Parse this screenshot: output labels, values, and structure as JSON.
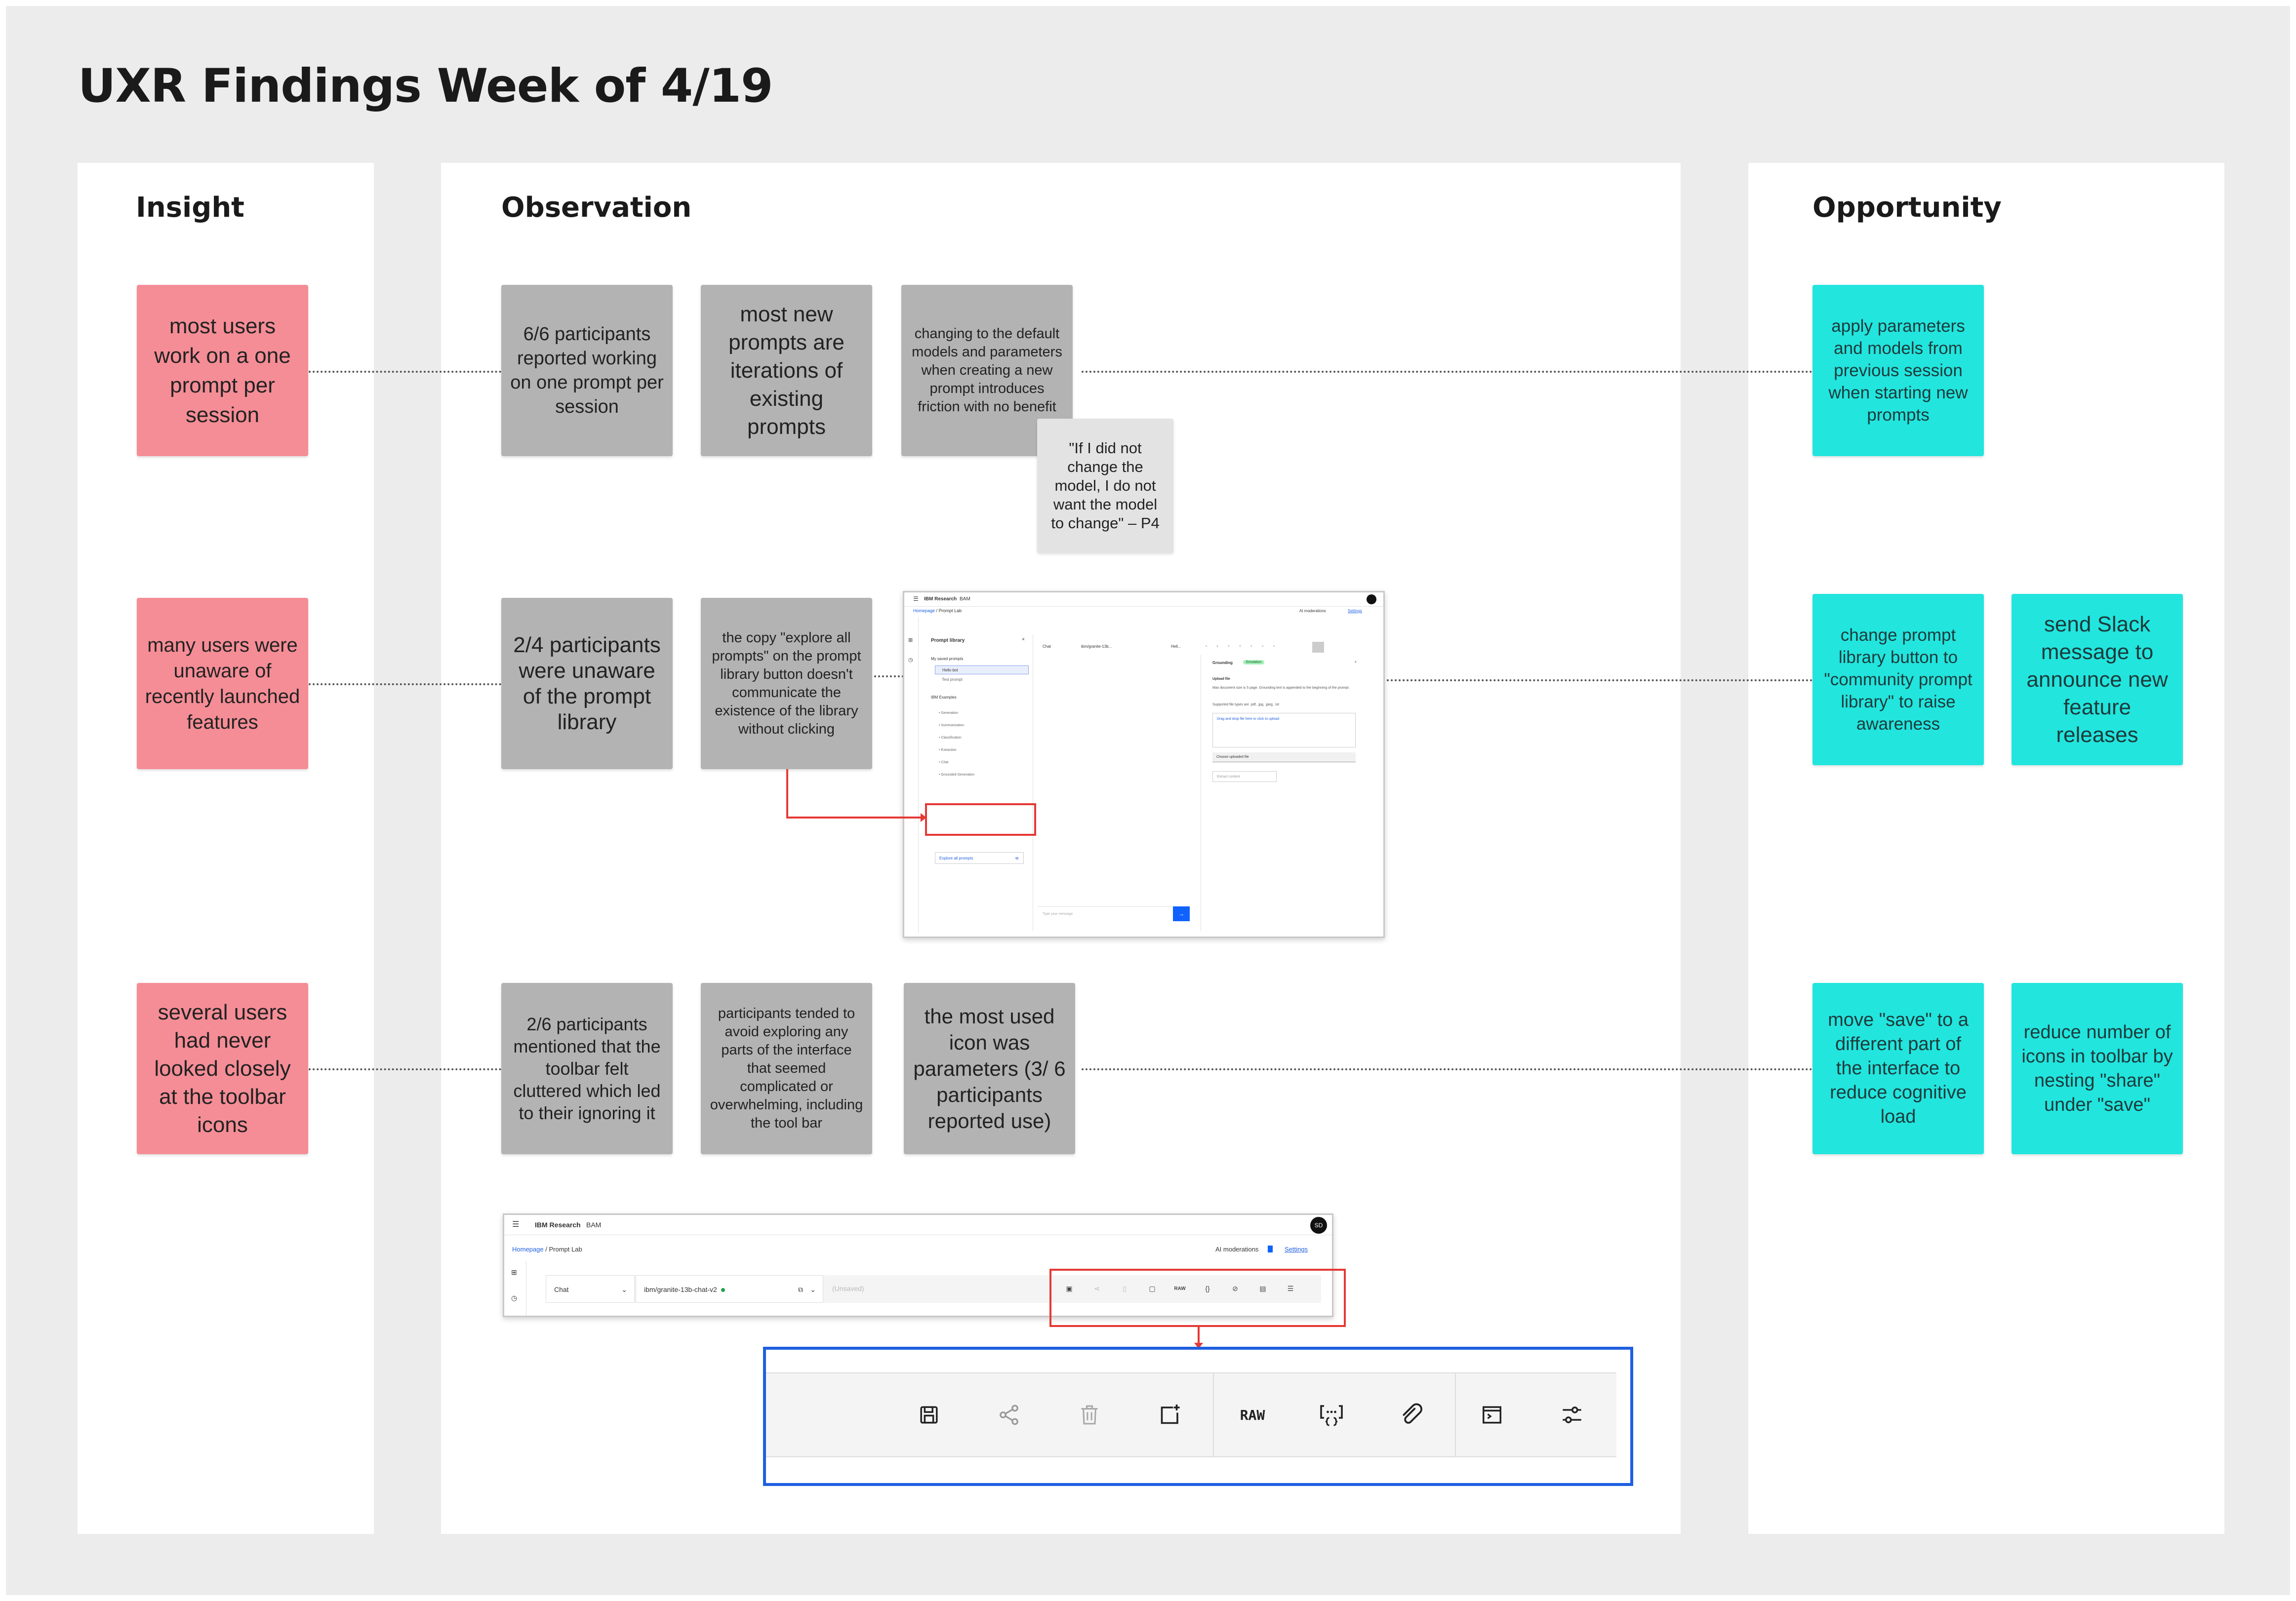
{
  "title": "UXR Findings Week of 4/19",
  "columns": {
    "insight": "Insight",
    "observation": "Observation",
    "opportunity": "Opportunity"
  },
  "rows": [
    {
      "insight": "most users work on a one prompt per session",
      "observations": [
        "6/6 participants reported working on one prompt per session",
        "most new prompts are iterations of existing prompts",
        "changing to the default models and parameters when creating a new prompt introduces friction with no benefit"
      ],
      "quote": "\"If I did not change the model, I do not want the model to change\" – P4",
      "opportunities": [
        "apply parameters and models from previous session when starting new prompts"
      ]
    },
    {
      "insight": "many users were unaware of recently launched features",
      "observations": [
        "2/4 participants were unaware of the prompt library",
        "the copy \"explore all prompts\" on the prompt library button doesn't communicate the existence of the library without clicking"
      ],
      "opportunities": [
        "change prompt library button to \"community prompt library\" to raise awareness",
        "send Slack message to announce new feature releases"
      ]
    },
    {
      "insight": "several users had never looked closely at the toolbar icons",
      "observations": [
        "2/6 participants mentioned that the toolbar felt cluttered which led to their ignoring it",
        "participants tended to avoid exploring any parts of the interface that seemed complicated or overwhelming, including the tool bar",
        "the most used icon was parameters (3/ 6 participants reported use)"
      ],
      "opportunities": [
        "move \"save\" to a different part of the interface to reduce cognitive load",
        "reduce number of icons in toolbar by nesting \"share\" under \"save\""
      ]
    }
  ],
  "screenshot_library": {
    "brand": "IBM Research",
    "brand_suffix": "BAM",
    "breadcrumb_home": "Homepage",
    "breadcrumb_sep": "/",
    "breadcrumb_page": "Prompt Lab",
    "ai_moderations": "AI moderations",
    "settings": "Settings",
    "panel_title": "Prompt library",
    "my_saved": "My saved prompts",
    "saved_items": [
      "Hello bot",
      "Test prompt"
    ],
    "ibm_examples": "IBM Examples",
    "examples": [
      "Generation",
      "Summarization",
      "Classification",
      "Extraction",
      "Chat",
      "Grounded Generation"
    ],
    "explore_button": "Explore all prompts",
    "mode": "Chat",
    "model": "ibm/granite-13b...",
    "tab": "Hell...",
    "grounding": "Grounding",
    "grounding_badge": "Emulation",
    "upload_title": "Upload file",
    "upload_desc": "Max document size is 5 page. Grounding text is appended to the beginning of the prompt.",
    "supported": "Supported file types are .pdf, .jpg, .jpeg, .txt",
    "drop_text": "Drag and drop file here or click to upload",
    "choose_uploaded": "Choose uploaded file",
    "extract": "Extract content",
    "message_placeholder": "Type your message"
  },
  "screenshot_toolbar": {
    "brand": "IBM Research",
    "brand_suffix": "BAM",
    "avatar": "SD",
    "breadcrumb_home": "Homepage",
    "breadcrumb_sep": "/",
    "breadcrumb_page": "Prompt Lab",
    "ai_moderations": "AI moderations",
    "settings": "Settings",
    "mode": "Chat",
    "model": "ibm/granite-13b-chat-v2",
    "unsaved": "(Unsaved)",
    "raw_label": "RAW"
  },
  "colors": {
    "insight": "#f58d96",
    "observation": "#b3b3b3",
    "quote": "#e3e3e3",
    "opportunity": "#22e5de",
    "highlight_red": "#e53935",
    "highlight_blue": "#1f5fe0"
  }
}
